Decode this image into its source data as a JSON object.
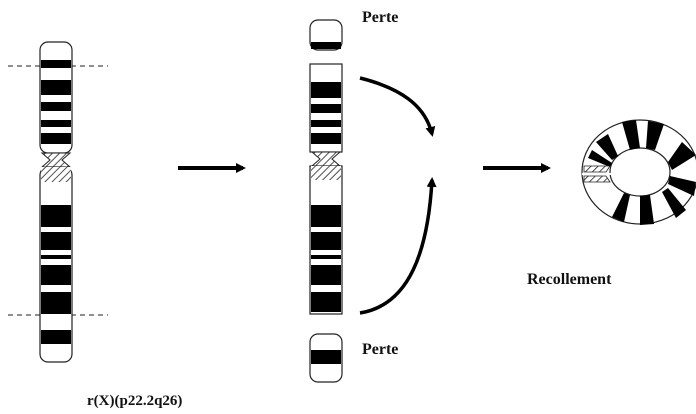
{
  "labels": {
    "perte_top": "Perte",
    "perte_bottom": "Perte",
    "recollement": "Recollement",
    "karyotype": "r(X)(p22.2q26)"
  },
  "colors": {
    "band": "#000000",
    "outline": "#222222",
    "background": "#ffffff"
  },
  "icons": {
    "process_arrows": "right-arrow",
    "joining_arrows": "curved-arrow"
  }
}
